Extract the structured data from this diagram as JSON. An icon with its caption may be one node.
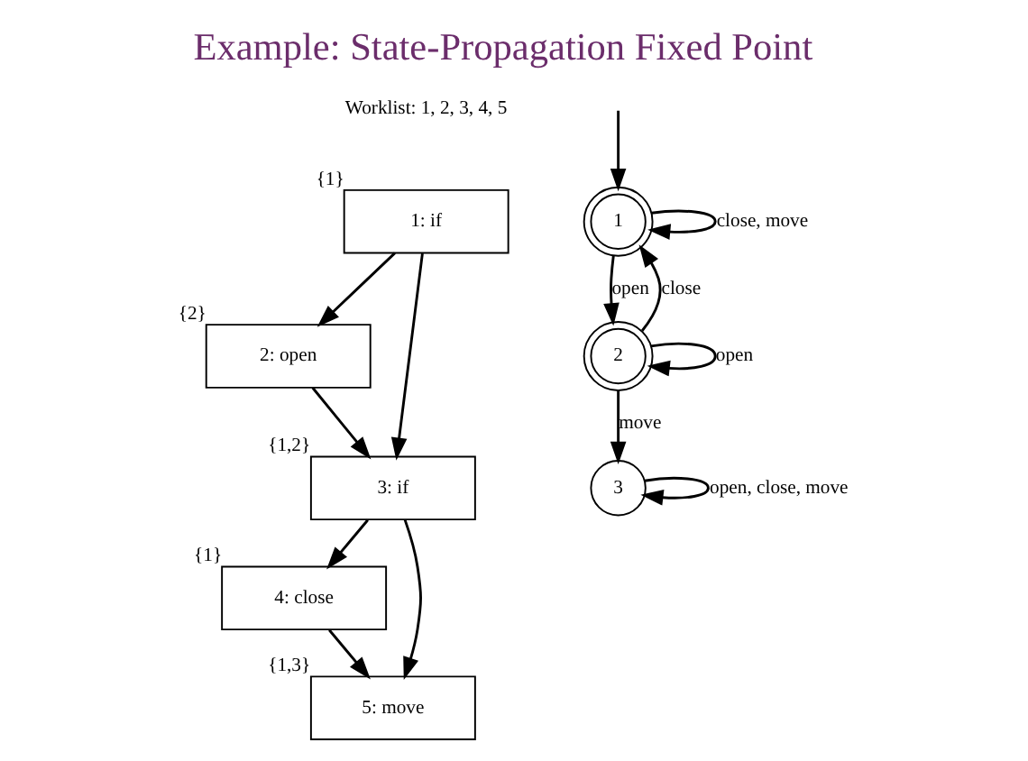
{
  "diagram": {
    "title": "Example: State-Propagation Fixed Point",
    "nodes": [
      {
        "text": [
          "1: if"
        ],
        "beside": [
          "{1}"
        ]
      },
      {
        "text": [
          "2: open"
        ],
        "beside": [
          "{2}"
        ]
      },
      {
        "text": [
          "3: if"
        ],
        "beside": [
          "{1,2}"
        ]
      },
      {
        "text": [
          "4: close"
        ],
        "beside": [
          "{1}"
        ]
      },
      {
        "text": [
          "5: move"
        ],
        "beside": [
          "{1,3}"
        ]
      },
      {
        "text": [
          "1"
        ]
      },
      {
        "text": [
          "2"
        ]
      },
      {
        "text": [
          "3"
        ]
      }
    ],
    "edges": [
      {
        "from": 0,
        "to": 1,
        "arrow": "to"
      },
      {
        "from": 0,
        "to": 2,
        "arrow": "to"
      },
      {
        "from": 1,
        "to": 2,
        "arrow": "to"
      },
      {
        "from": 2,
        "to": 3,
        "arrow": "to"
      },
      {
        "from": 2,
        "to": 4,
        "arrow": "to"
      },
      {
        "from": 3,
        "to": 4,
        "arrow": "to"
      },
      {
        "from": null,
        "to": 5,
        "arrow": "to"
      },
      {
        "from": 5,
        "to": 5,
        "label": "close, move",
        "arrow": "to"
      },
      {
        "from": 5,
        "to": 6,
        "label": "open",
        "arrow": "to"
      },
      {
        "from": 6,
        "to": 6,
        "label": "open",
        "arrow": "to"
      },
      {
        "from": 6,
        "to": 5,
        "label": "close",
        "arrow": "to"
      },
      {
        "from": 6,
        "to": 7,
        "label": "move",
        "arrow": "to"
      },
      {
        "from": 7,
        "to": 7,
        "label": "open, close, move",
        "arrow": "to"
      }
    ],
    "labels": [
      "Worklist: 1, 2, 3, 4, 5"
    ]
  }
}
